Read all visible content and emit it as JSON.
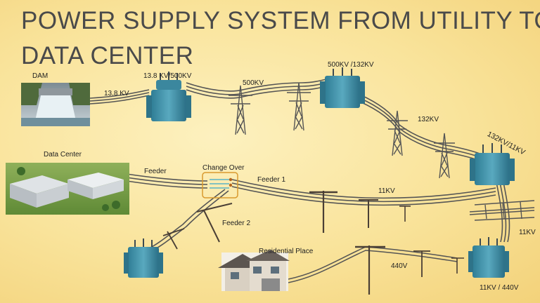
{
  "title": {
    "line1": "POWER SUPPLY SYSTEM FROM UTILITY TO",
    "line2": "DATA CENTER"
  },
  "labels": {
    "dam": "DAM",
    "kv13_8": "13.8 KV",
    "transformer_step_up": "13.8 KV/500KV",
    "kv500": "500KV",
    "transformer_500_132": "500KV /132KV",
    "kv132": "132KV",
    "transformer_132_11": "132KV/11KV",
    "data_center": "Data Center",
    "feeder": "Feeder",
    "change_over": "Change Over",
    "feeder1": "Feeder 1",
    "kv11_line": "11KV",
    "feeder2": "Feeder 2",
    "kv11_right": "11KV",
    "residential": "Residential Place",
    "v440": "440V",
    "transformer_11_440": "11KV / 440V"
  },
  "colors": {
    "background": "#f9e39a",
    "title": "#4a4a4a",
    "transformer": "#3f8ea6",
    "tower": "#5a5a5a",
    "cable": "#555555",
    "pole": "#4a3f35",
    "change_over_box": "#d99a2e"
  }
}
